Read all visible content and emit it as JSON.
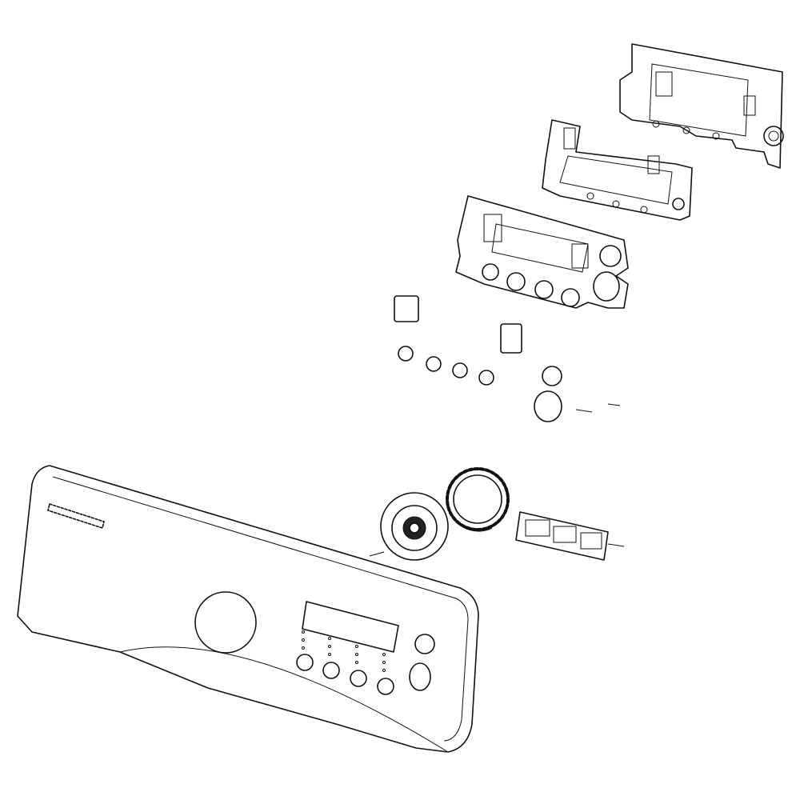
{
  "diagram": {
    "type": "exploded-parts-view",
    "colors": {
      "line": "#111111",
      "background": "#ffffff"
    },
    "parts": [
      "control-panel-frame",
      "sub-pcb-frame",
      "main-pcb-holder",
      "button-caps",
      "rotary-knob",
      "knob-ring",
      "led-holder",
      "control-panel-fascia"
    ]
  }
}
